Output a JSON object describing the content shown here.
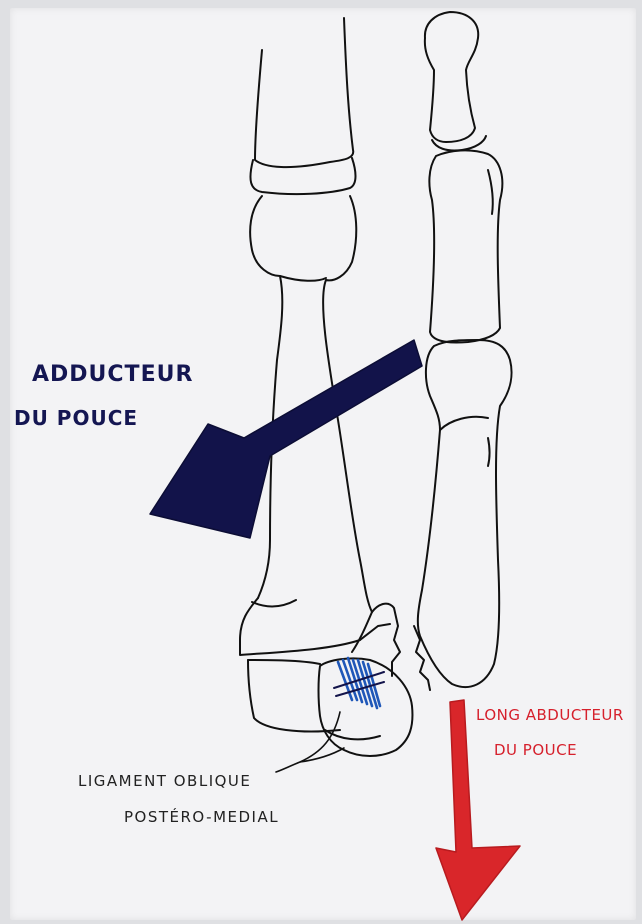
{
  "labels": {
    "adductor_line1": "ADDUCTEUR",
    "adductor_line2": "DU POUCE",
    "abductor_line1": "LONG ABDUCTEUR",
    "abductor_line2": "DU POUCE",
    "ligament_line1": "LIGAMENT OBLIQUE",
    "ligament_line2": "POSTÉRO-MEDIAL"
  },
  "colors": {
    "adductor_arrow": "#12134a",
    "abductor_arrow": "#d9262a",
    "ligament_hatch": "#1f57b8",
    "ink": "#111111"
  }
}
